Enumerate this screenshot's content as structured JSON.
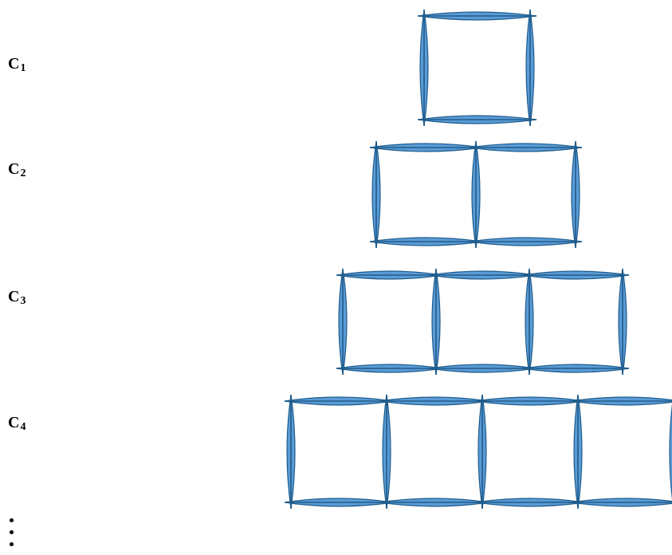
{
  "labels": [
    {
      "base": "C",
      "sub": "1"
    },
    {
      "base": "C",
      "sub": "2"
    },
    {
      "base": "C",
      "sub": "3"
    },
    {
      "base": "C",
      "sub": "4"
    }
  ],
  "figures": [
    {
      "squares": 1
    },
    {
      "squares": 2
    },
    {
      "squares": 3
    },
    {
      "squares": 4
    }
  ],
  "colors": {
    "stick_fill": "#5b9bd5",
    "stick_outline": "#1f5c8c",
    "label": "#000000"
  },
  "continuation": "vertical-ellipsis"
}
